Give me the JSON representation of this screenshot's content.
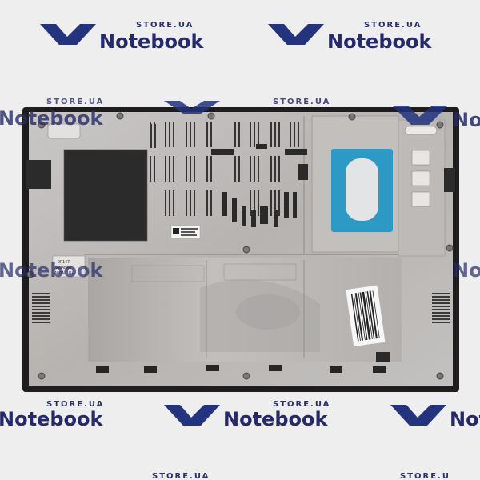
{
  "watermark": {
    "store_text": "STORE.UA",
    "brand_text": "Notebook",
    "brand_color": "#262a6a",
    "mark_color": "#1f3a8f"
  },
  "sticker": {
    "left_line1": "DP147",
    "left_line2": "MA0AEAA",
    "left_line3": "A00AL.B+"
  },
  "colors": {
    "background": "#eeeeee",
    "chassis": "#b9b6b4",
    "chassis_dark": "#9b9896",
    "frame": "#1f1c1e",
    "blue_pad": "#2c9ac4",
    "black_pad": "#2a2a2a"
  }
}
